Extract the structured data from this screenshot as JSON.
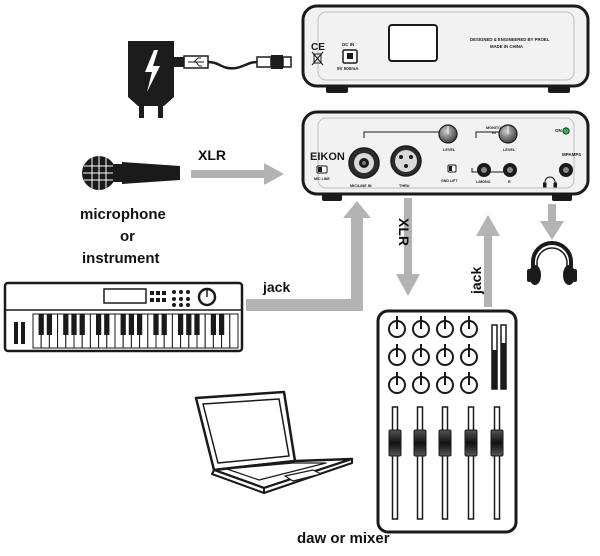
{
  "device_back": {
    "ce_mark": "CE",
    "dc_in_label": "DC IN",
    "dc_in_rating": "5V 500mA",
    "designed_line1": "DESIGNED & ENGINEERED BY PROEL",
    "designed_line2": "MADE IN CHINA"
  },
  "device_front": {
    "brand": "EIKON",
    "model": "MPAMP4",
    "on_label": "ON",
    "level_left": "LEVEL",
    "monitor_label_1": "MONITOR",
    "monitor_label_2": "IN",
    "level_right": "LEVEL",
    "mic_line_label": "MIC/LINE IN",
    "thru_label": "THRU",
    "mic_sw_label": "MIC LINE",
    "gnd_lift_label": "GND LIFT",
    "l_mono_label": "L/MONO",
    "r_label": "R"
  },
  "labels": {
    "xlr_horizontal": "XLR",
    "xlr_vertical": "XLR",
    "jack_horizontal": "jack",
    "jack_vertical": "jack",
    "microphone": "microphone",
    "or": "or",
    "instrument": "instrument",
    "daw_or_mixer": "daw or mixer"
  },
  "colors": {
    "arrow": "#b3b3b3",
    "outline": "#1a1a1a",
    "panel": "#f2f2f2",
    "on_led": "#2fb34a"
  }
}
